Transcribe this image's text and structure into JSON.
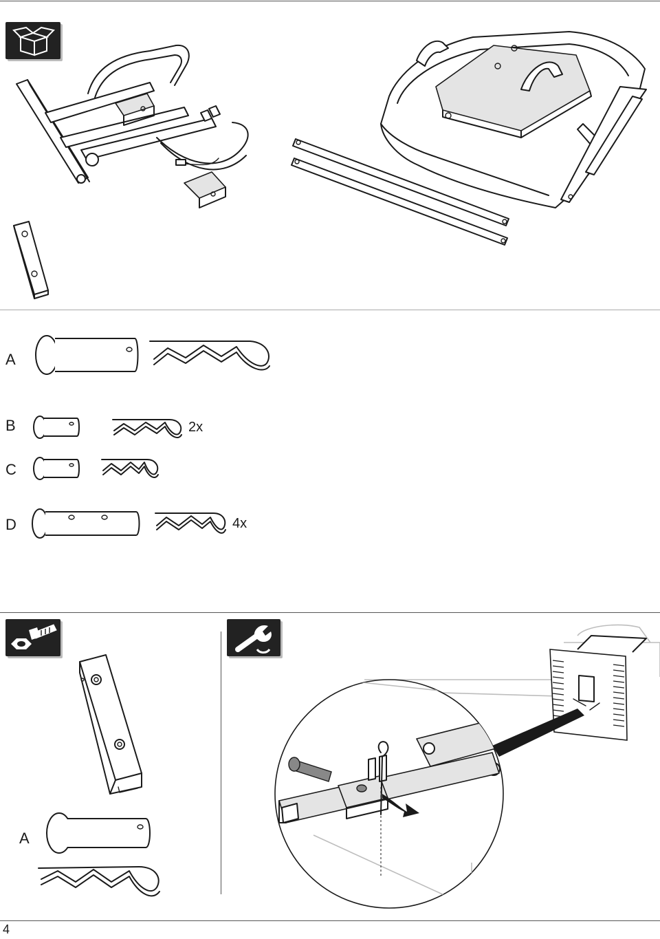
{
  "parts": {
    "a": {
      "letter": "A"
    },
    "b": {
      "letter": "B",
      "qty": "2x"
    },
    "c": {
      "letter": "C"
    },
    "d": {
      "letter": "D",
      "qty": "4x"
    }
  },
  "hardware_step": {
    "part_letter": "A"
  },
  "icons": {
    "box": "open-box-icon",
    "hardware": "nut-and-bolt-icon",
    "tools": "wrench-icon"
  },
  "colors": {
    "rule": "#555555",
    "ink": "#1a1a1a",
    "icon_bg": "#222222"
  },
  "footer": {
    "page_number": "4"
  }
}
